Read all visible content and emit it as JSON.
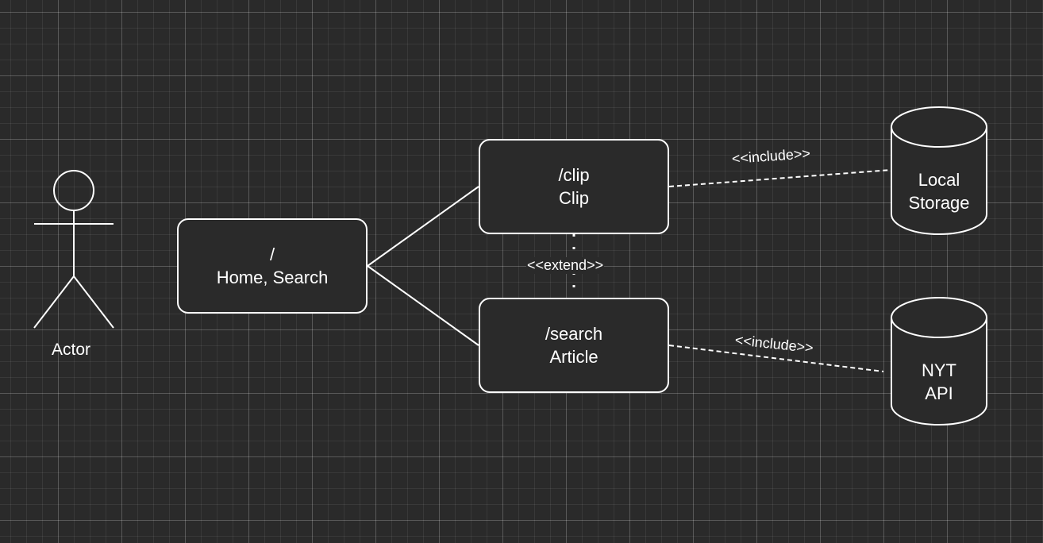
{
  "actor": {
    "label": "Actor"
  },
  "nodes": {
    "home": {
      "line1": "/",
      "line2": "Home, Search"
    },
    "clip": {
      "line1": "/clip",
      "line2": "Clip"
    },
    "search": {
      "line1": "/search",
      "line2": "Article"
    }
  },
  "datastores": {
    "local_storage": {
      "line1": "Local",
      "line2": "Storage"
    },
    "nyt_api": {
      "line1": "NYT",
      "line2": "API"
    }
  },
  "relations": {
    "extend": "<<extend>>",
    "include_clip": "<<include>>",
    "include_search": "<<include>>"
  },
  "colors": {
    "background": "#2a2a2a",
    "stroke": "#ffffff",
    "text": "#ffffff"
  }
}
